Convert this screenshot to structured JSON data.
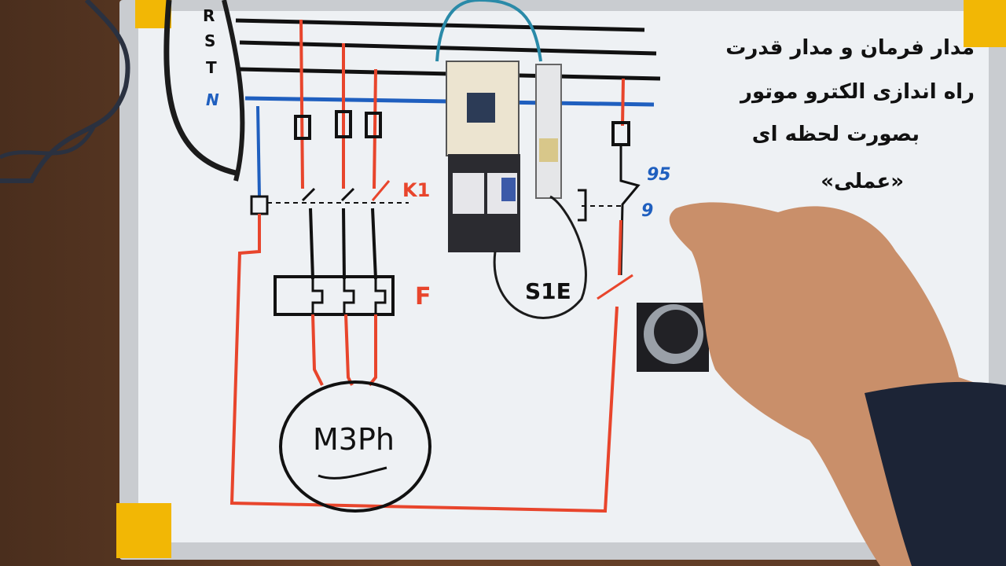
{
  "board": {
    "phases": [
      "R",
      "S",
      "T"
    ],
    "neutral": "N",
    "contactor_label": "K1",
    "overload_label": "F",
    "start_label": "S1E",
    "nc_label": "95",
    "nc_label2": "9",
    "motor_label": "M3Ph",
    "notes": [
      "مدار فرمان و مدار قدرت",
      "راه اندازی الکترو موتور",
      "بصورت لحظه ای",
      "«عملی»"
    ]
  },
  "colors": {
    "board": "#eef1f4",
    "red_wire": "#e8452c",
    "blue_wire": "#1f5fbf",
    "frame_corner": "#f2b705"
  }
}
